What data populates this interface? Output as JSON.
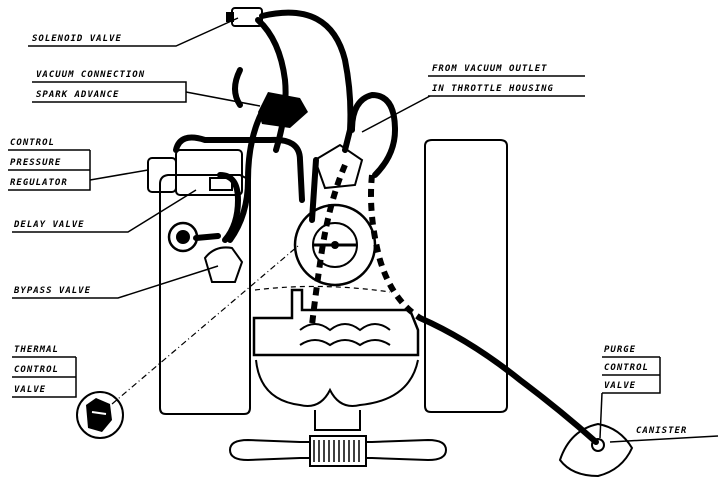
{
  "labels": {
    "solenoid_valve": "SOLENOID VALVE",
    "vacuum_connection": "VACUUM CONNECTION",
    "spark_advance": "SPARK ADVANCE",
    "from_vacuum_outlet": "FROM VACUUM OUTLET",
    "in_throttle_housing": "IN THROTTLE HOUSING",
    "control": "CONTROL",
    "pressure": "PRESSURE",
    "regulator": "REGULATOR",
    "delay_valve": "DELAY VALVE",
    "bypass_valve": "BYPASS VALVE",
    "thermal": "THERMAL",
    "thermal_control": "CONTROL",
    "thermal_valve": "VALVE",
    "purge": "PURGE",
    "purge_control": "CONTROL",
    "purge_valve": "VALVE",
    "canister": "CANISTER"
  }
}
